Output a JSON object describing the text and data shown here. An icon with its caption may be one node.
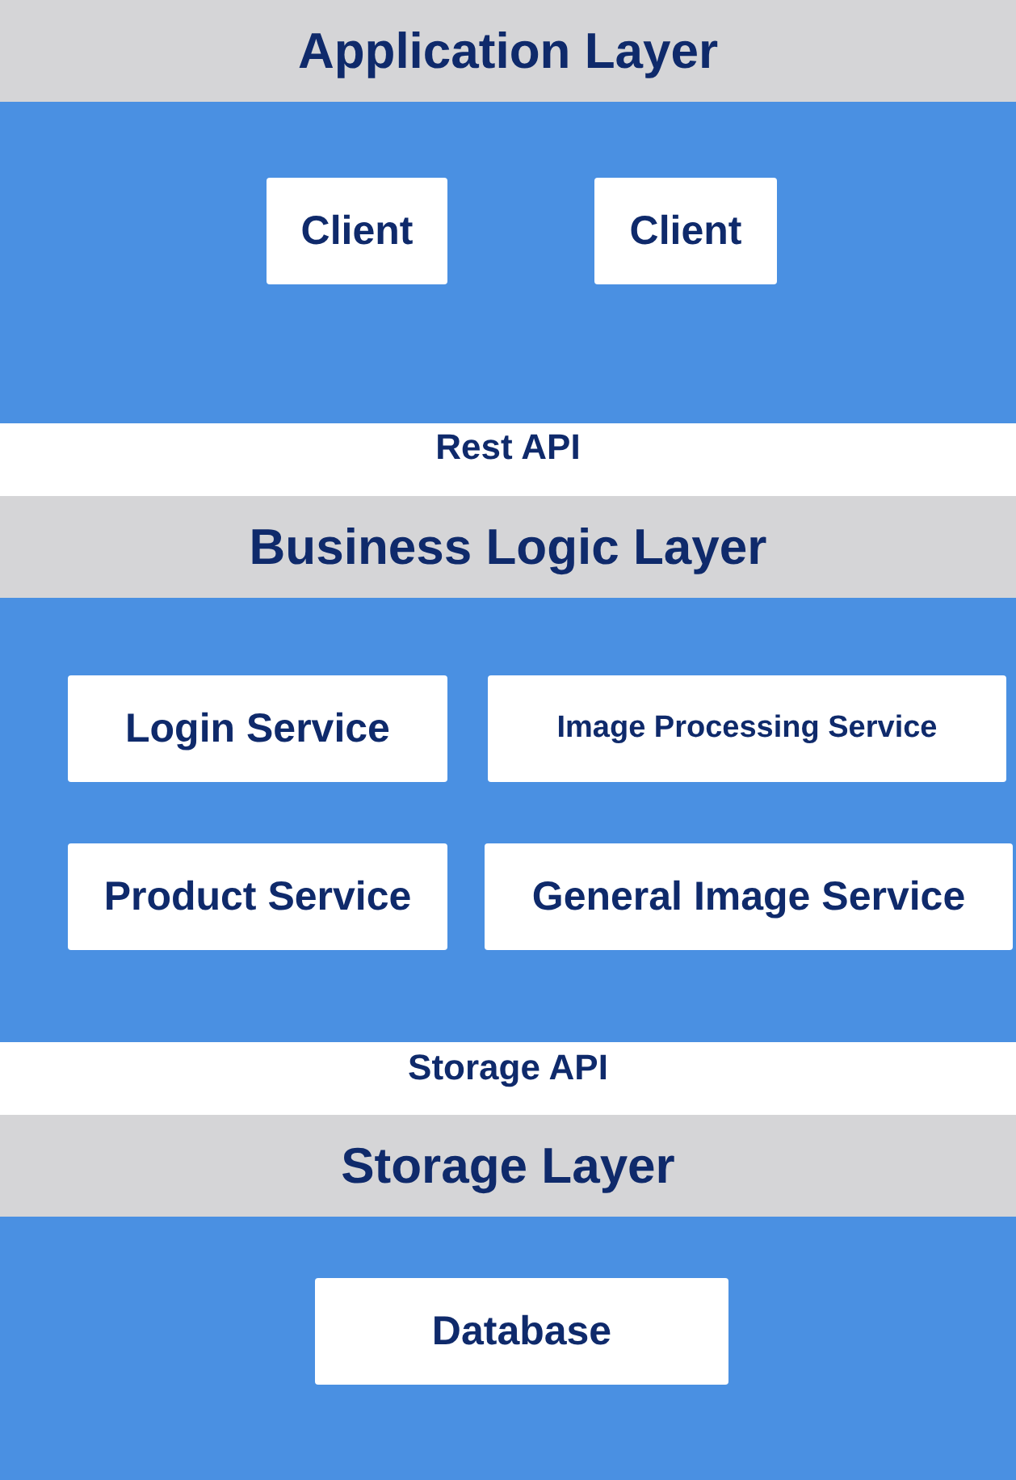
{
  "diagram": {
    "nodes": [
      {
        "text": [
          "Application Layer"
        ]
      },
      {
        "text": [
          "Client"
        ],
        "in": 0
      },
      {
        "text": [
          "Client"
        ],
        "in": 0
      },
      {
        "text": [
          "Business Logic Layer"
        ]
      },
      {
        "text": [
          "Login Service"
        ],
        "in": 3
      },
      {
        "text": [
          "Image Processing Service"
        ],
        "in": 3
      },
      {
        "text": [
          "Product Service"
        ],
        "in": 3
      },
      {
        "text": [
          "General Image Service"
        ],
        "in": 3
      },
      {
        "text": [
          "Storage Layer"
        ]
      },
      {
        "text": [
          "Database"
        ],
        "in": 8
      }
    ],
    "edges": [],
    "labels": [
      "Rest API",
      "Storage API"
    ]
  }
}
